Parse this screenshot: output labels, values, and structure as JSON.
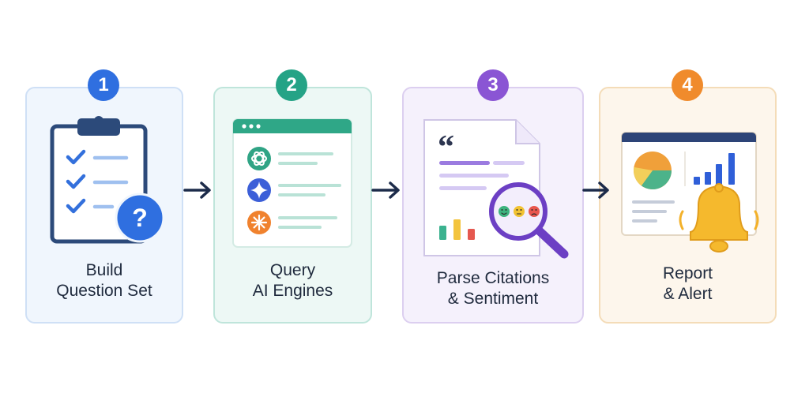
{
  "steps": [
    {
      "number": "1",
      "title_line1": "Build",
      "title_line2": "Question Set"
    },
    {
      "number": "2",
      "title_line1": "Query",
      "title_line2": "AI Engines"
    },
    {
      "number": "3",
      "title_line1": "Parse Citations",
      "title_line2": "& Sentiment"
    },
    {
      "number": "4",
      "title_line1": "Report",
      "title_line2": "& Alert"
    }
  ],
  "icons": {
    "step1": "clipboard-checklist-question-icon",
    "step2": "browser-ai-engines-icon",
    "step3": "document-quote-magnifier-sentiment-icon",
    "step4": "dashboard-charts-bell-icon"
  },
  "colors": {
    "step1": "#2f6fe0",
    "step2": "#25a386",
    "step3": "#8a55d4",
    "step4": "#f08b2c"
  },
  "quote_glyph": "“"
}
